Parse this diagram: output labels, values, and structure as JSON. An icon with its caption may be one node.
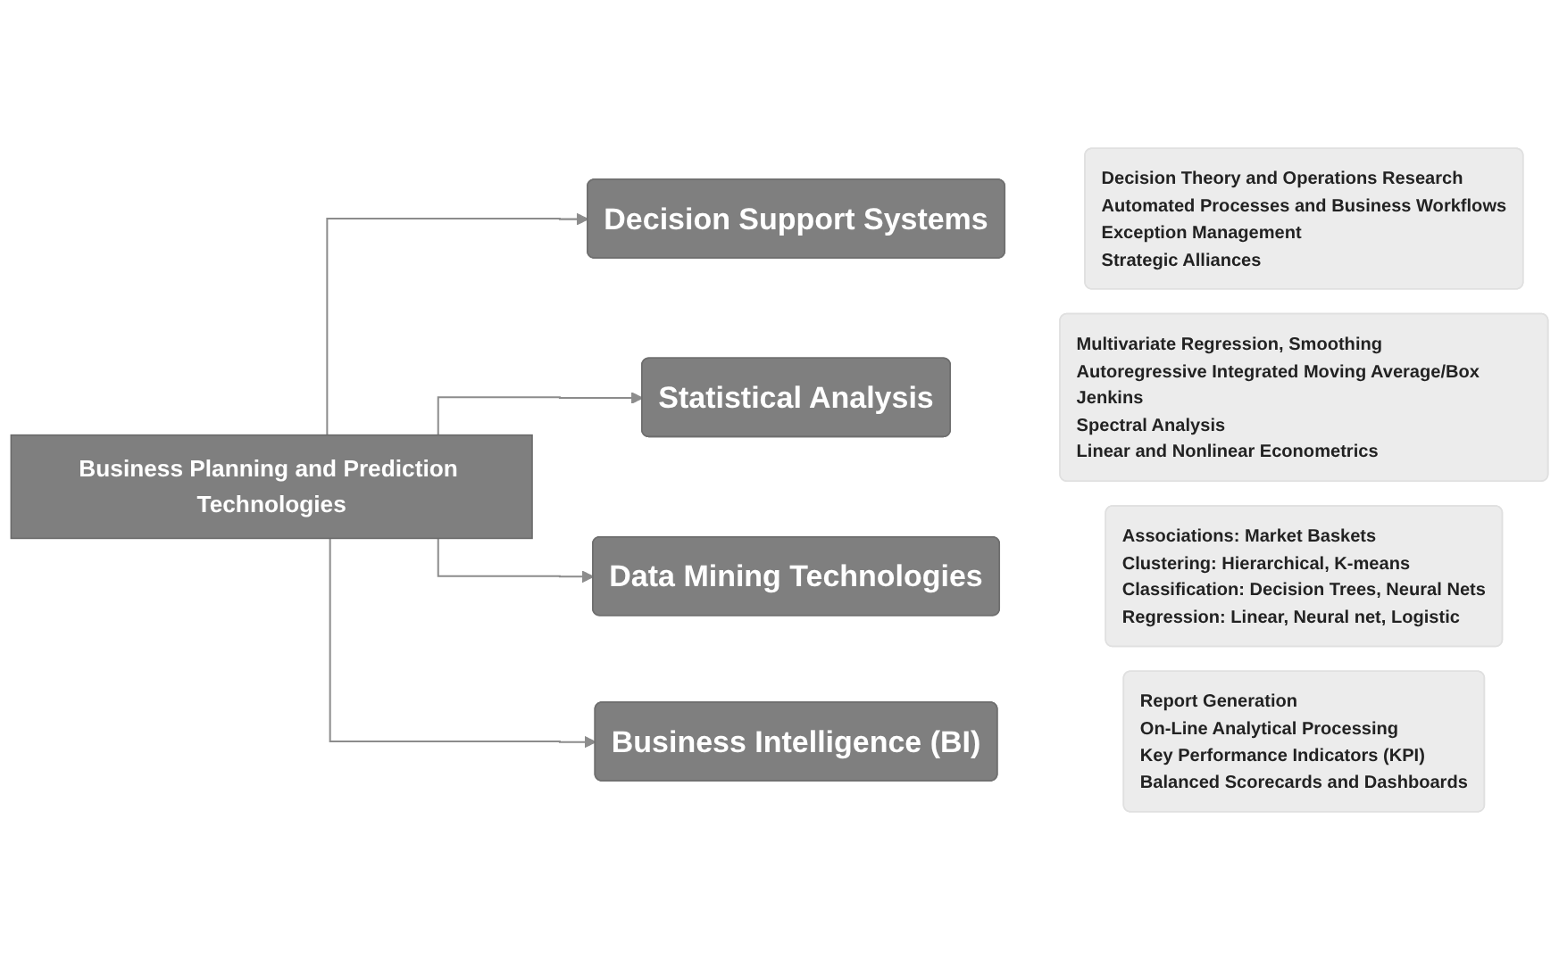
{
  "diagram": {
    "nodes": [
      {
        "text": [
          "Business Planning and Prediction Technologies"
        ]
      },
      {
        "text": [
          "Decision Support Systems"
        ]
      },
      {
        "text": [
          "Decision Theory and Operations Research",
          "Automated Processes and Business Workflows",
          "Exception Management",
          "Strategic Alliances"
        ]
      },
      {
        "text": [
          "Statistical Analysis"
        ]
      },
      {
        "text": [
          "Multivariate Regression, Smoothing",
          "Autoregressive Integrated Moving Average/Box Jenkins",
          "Spectral Analysis",
          "Linear and Nonlinear Econometrics"
        ]
      },
      {
        "text": [
          "Data Mining Technologies"
        ]
      },
      {
        "text": [
          "Associations: Market Baskets",
          "Clustering: Hierarchical, K-means",
          "Classification: Decision Trees, Neural Nets",
          "Regression: Linear, Neural net, Logistic"
        ]
      },
      {
        "text": [
          "Business Intelligence (BI)"
        ]
      },
      {
        "text": [
          "Report Generation",
          "On-Line Analytical Processing",
          "Key Performance Indicators (KPI)",
          "Balanced Scorecards and Dashboards"
        ]
      }
    ],
    "edges": [
      {
        "from": 0,
        "to": 1,
        "arrow": "to"
      },
      {
        "from": 0,
        "to": 3,
        "arrow": "to"
      },
      {
        "from": 0,
        "to": 5,
        "arrow": "to"
      },
      {
        "from": 0,
        "to": 7,
        "arrow": "to"
      }
    ]
  }
}
